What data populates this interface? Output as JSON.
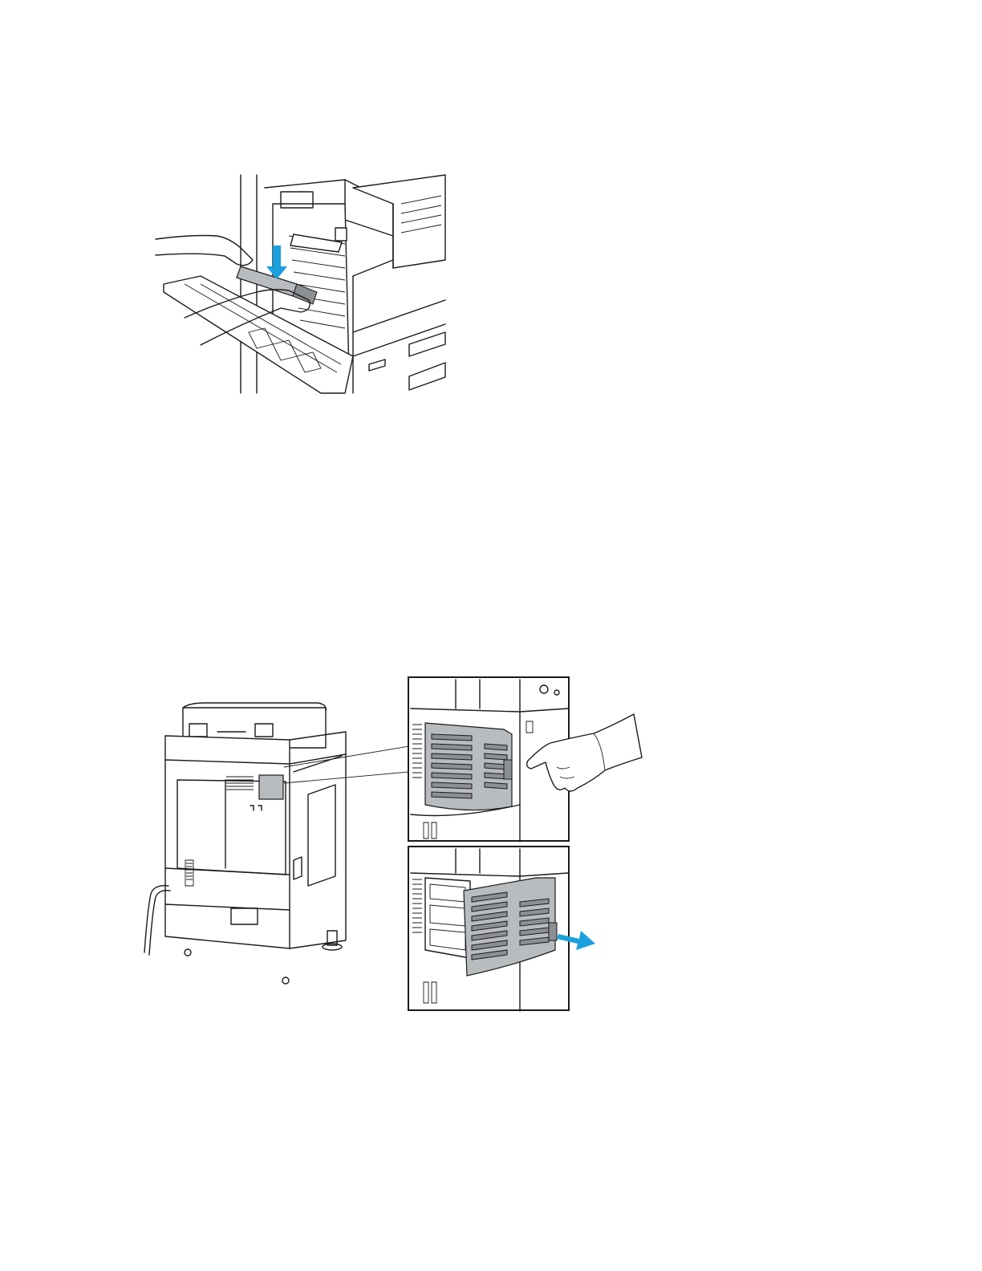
{
  "figures": [
    {
      "id": "figure-1",
      "icons": [
        "printer-door-open-illustration",
        "hands-holding-transfer-roller-icon",
        "arrow-down-icon"
      ],
      "colors": {
        "accent": "#1aa0dc",
        "line": "#1a1a1a",
        "shade": "#b9bcbf"
      }
    },
    {
      "id": "figure-2",
      "icons": [
        "printer-rear-view-illustration",
        "finger-pressing-latch-icon",
        "cover-removed-inset-icon",
        "arrow-right-icon"
      ],
      "colors": {
        "accent": "#1aa0dc",
        "line": "#1a1a1a",
        "shade": "#b9bcbf"
      }
    }
  ]
}
